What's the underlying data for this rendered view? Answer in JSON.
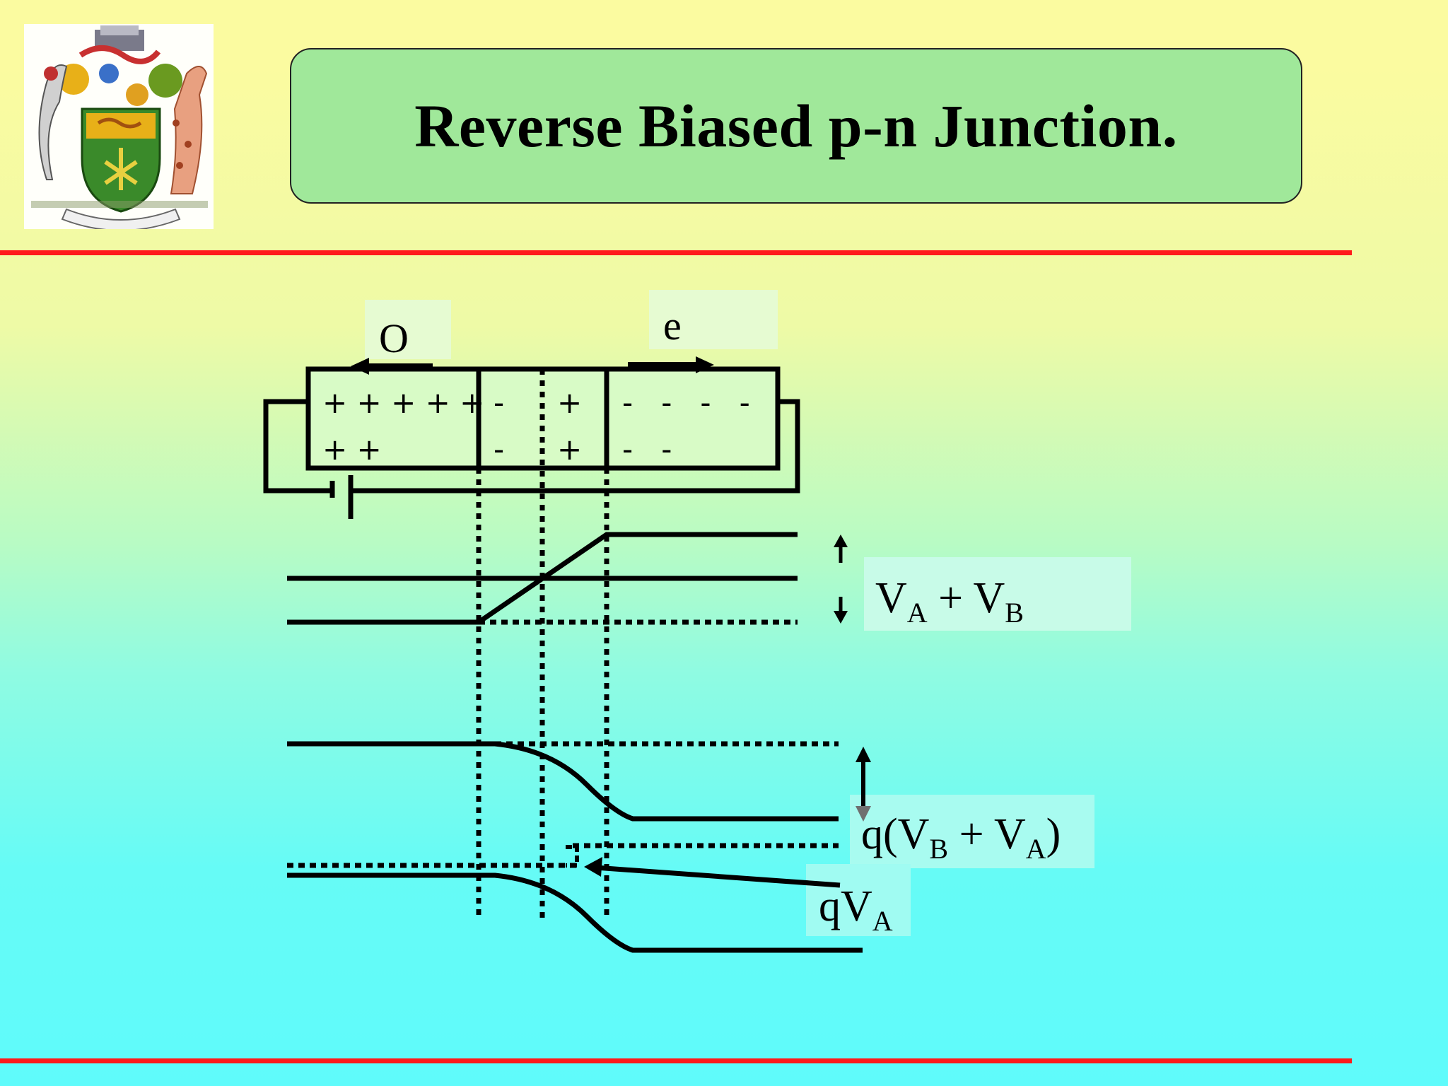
{
  "slide": {
    "title": "Reverse Biased p-n Junction."
  },
  "logo": {
    "icon": "coat-of-arms-icon"
  },
  "colors": {
    "rule": "#ff1a1a",
    "title_box": "#a0e89a",
    "label_bg": "#d8fbf0"
  },
  "diagram": {
    "hole_label": "O",
    "electron_label": "e",
    "p_region_charges": [
      "+ + + + +",
      "+ +"
    ],
    "depletion_neg_charges": [
      "-",
      "-"
    ],
    "depletion_pos_charges": [
      "+",
      "+"
    ],
    "n_region_charges": [
      "-   -   -   -",
      "-   -"
    ],
    "potential_label": {
      "main1": "V",
      "sub1": "A",
      "mid": " + V",
      "sub2": "B"
    },
    "barrier_label": {
      "pre": "q(V",
      "sub1": "B",
      "mid": " + V",
      "sub2": "A",
      "post": ")"
    },
    "applied_label": {
      "pre": "qV",
      "sub": "A"
    }
  }
}
